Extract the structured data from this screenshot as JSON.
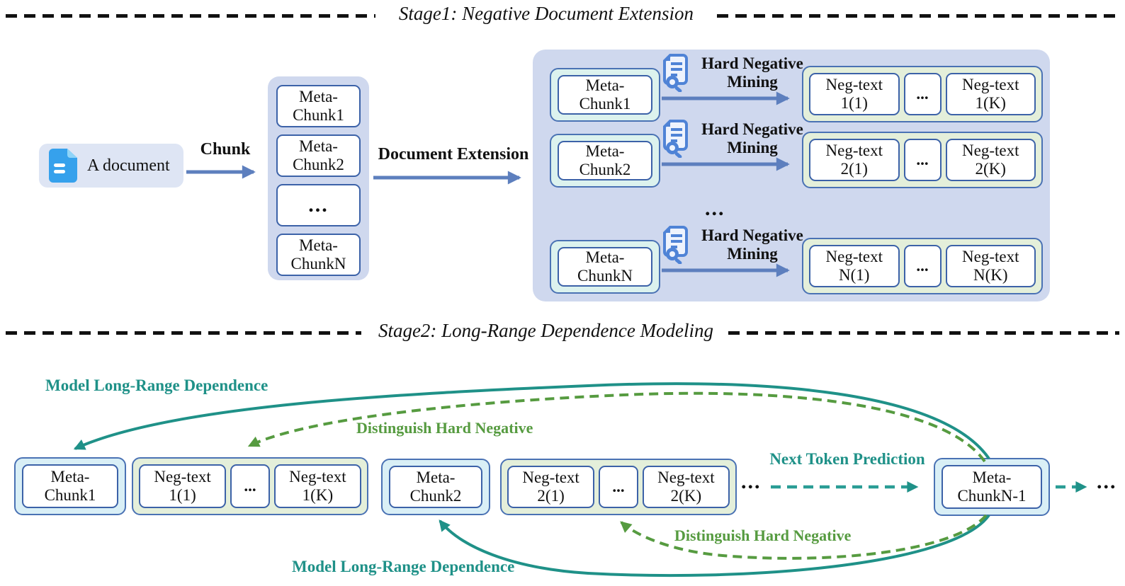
{
  "colors": {
    "panel_bg": "#cfd8ee",
    "doc_box_bg": "#dee5f4",
    "mint_box_bg": "#dcf2ee",
    "cyan_box_bg": "#d9eff6",
    "neg_group_bg": "#e4efda",
    "outer_border": "#4a72b4",
    "inner_border": "#3c62a8",
    "arrow_blue": "#5d7fbe",
    "teal": "#1f9188",
    "green": "#569b40",
    "doc_icon_blue": "#36a1ec",
    "mining_icon_blue": "#4f83d6"
  },
  "stage1": {
    "title": "Stage1: Negative Document Extension",
    "document": {
      "label": "A document"
    },
    "chunk_arrow_label": "Chunk",
    "extension_arrow_label": "Document Extension",
    "chunk_stack": [
      {
        "line1": "Meta-",
        "line2": "Chunk1"
      },
      {
        "line1": "Meta-",
        "line2": "Chunk2"
      },
      {
        "line1": "...",
        "line2": ""
      },
      {
        "line1": "Meta-",
        "line2": "ChunkN"
      }
    ],
    "mining_label": {
      "line1": "Hard Negative",
      "line2": "Mining"
    },
    "rows": [
      {
        "chunk": {
          "line1": "Meta-",
          "line2": "Chunk1"
        },
        "negs": [
          {
            "line1": "Neg-text",
            "line2": "1(1)"
          },
          {
            "line1": "...",
            "line2": ""
          },
          {
            "line1": "Neg-text",
            "line2": "1(K)"
          }
        ]
      },
      {
        "chunk": {
          "line1": "Meta-",
          "line2": "Chunk2"
        },
        "negs": [
          {
            "line1": "Neg-text",
            "line2": "2(1)"
          },
          {
            "line1": "...",
            "line2": ""
          },
          {
            "line1": "Neg-text",
            "line2": "2(K)"
          }
        ]
      },
      {
        "chunk": {
          "line1": "Meta-",
          "line2": "ChunkN"
        },
        "negs": [
          {
            "line1": "Neg-text",
            "line2": "N(1)"
          },
          {
            "line1": "...",
            "line2": ""
          },
          {
            "line1": "Neg-text",
            "line2": "N(K)"
          }
        ]
      }
    ],
    "rows_ellipsis": "..."
  },
  "stage2": {
    "title": "Stage2: Long-Range Dependence Modeling",
    "meta_chunk1": {
      "line1": "Meta-",
      "line2": "Chunk1"
    },
    "group1": [
      {
        "line1": "Neg-text",
        "line2": "1(1)"
      },
      {
        "line1": "...",
        "line2": ""
      },
      {
        "line1": "Neg-text",
        "line2": "1(K)"
      }
    ],
    "meta_chunk2": {
      "line1": "Meta-",
      "line2": "Chunk2"
    },
    "group2": [
      {
        "line1": "Neg-text",
        "line2": "2(1)"
      },
      {
        "line1": "...",
        "line2": ""
      },
      {
        "line1": "Neg-text",
        "line2": "2(K)"
      }
    ],
    "mid_ellipsis": "...",
    "meta_chunkN1": {
      "line1": "Meta-",
      "line2": "ChunkN-1"
    },
    "end_ellipsis": "...",
    "labels": {
      "model_top": "Model Long-Range Dependence",
      "distinguish_top": "Distinguish Hard Negative",
      "next_token": "Next Token Prediction",
      "distinguish_bottom": "Distinguish Hard Negative",
      "model_bottom": "Model Long-Range Dependence"
    }
  }
}
